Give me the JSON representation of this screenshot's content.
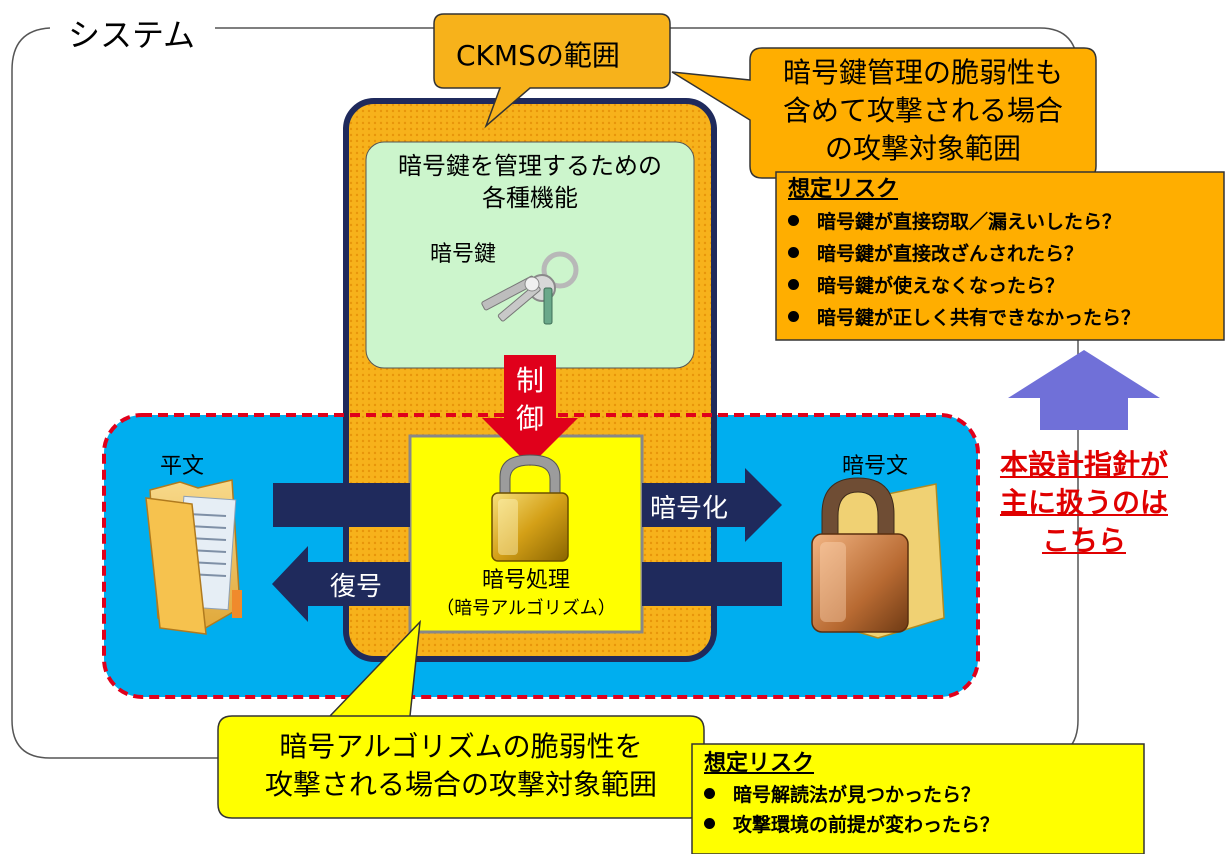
{
  "system": {
    "label": "システム"
  },
  "ckms": {
    "label": "CKMSの範囲"
  },
  "key_management": {
    "line1": "暗号鍵を管理するための",
    "line2": "各種機能",
    "key_label": "暗号鍵"
  },
  "control": {
    "line1": "制",
    "line2": "御"
  },
  "plaintext": {
    "label": "平文"
  },
  "ciphertext": {
    "label": "暗号文"
  },
  "encrypt": {
    "label": "暗号化"
  },
  "decrypt": {
    "label": "復号"
  },
  "crypto_process": {
    "line1": "暗号処理",
    "line2": "（暗号アルゴリズム）"
  },
  "callout_key": {
    "line1": "暗号鍵管理の脆弱性も",
    "line2": "含めて攻撃される場合",
    "line3": "の攻撃対象範囲"
  },
  "risk_key": {
    "title": "想定リスク",
    "items": [
      "暗号鍵が直接窃取／漏えいしたら？",
      "暗号鍵が直接改ざんされたら？",
      "暗号鍵が使えなくなったら？",
      "暗号鍵が正しく共有できなかったら？"
    ]
  },
  "guideline": {
    "line1": "本設計指針が",
    "line2": "主に扱うのは",
    "line3": "こちら"
  },
  "callout_algo": {
    "line1": "暗号アルゴリズムの脆弱性を",
    "line2": "攻撃される場合の攻撃対象範囲"
  },
  "risk_algo": {
    "title": "想定リスク",
    "items": [
      "暗号解読法が見つかったら？",
      "攻撃環境の前提が変わったら？"
    ]
  },
  "colors": {
    "blue_area": "#00aeef",
    "red_dash": "#e0001b",
    "ckms_orange": "#f7b21b",
    "navy": "#1f2a5c",
    "green": "#ccf5cc",
    "yellow": "#ffff00",
    "orange_box": "#ffae00",
    "purple_arrow": "#7070d8",
    "red_text": "#e00000"
  }
}
